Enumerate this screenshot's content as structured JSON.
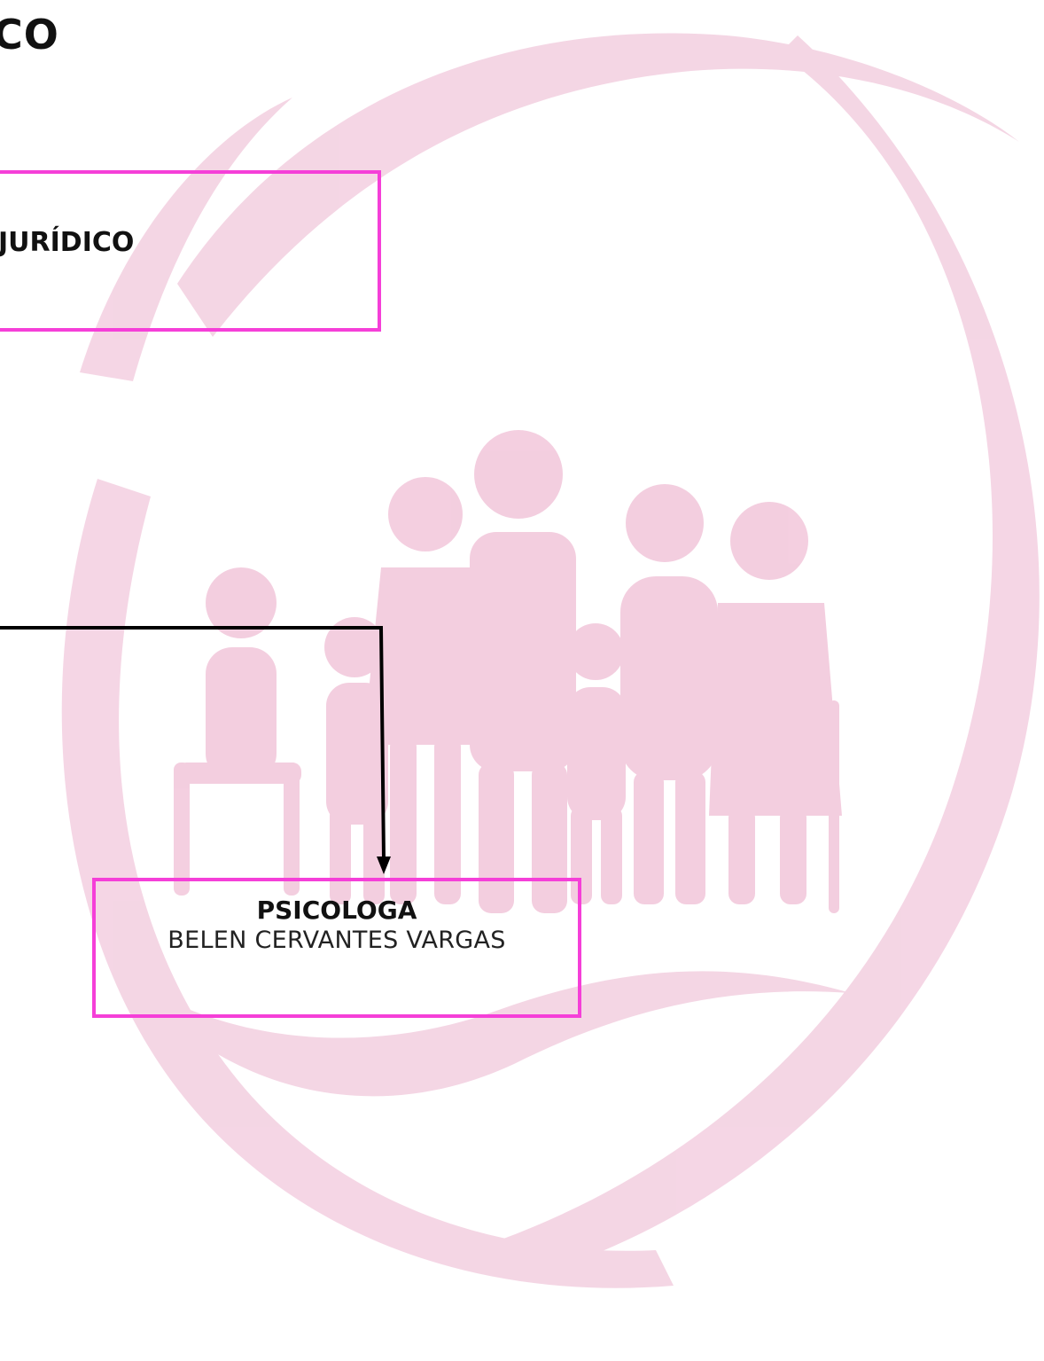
{
  "heading": {
    "text": "CO"
  },
  "nodes": {
    "juridico": {
      "label": "JURÍDICO"
    },
    "psicologa": {
      "title": "PSICOLOGA",
      "name": "BELEN CERVANTES VARGAS"
    }
  },
  "colors": {
    "box_border": "#f53fd8",
    "watermark": "#f2c9dd",
    "connector": "#000000"
  },
  "icons": {
    "watermark": "family-logo-watermark"
  }
}
